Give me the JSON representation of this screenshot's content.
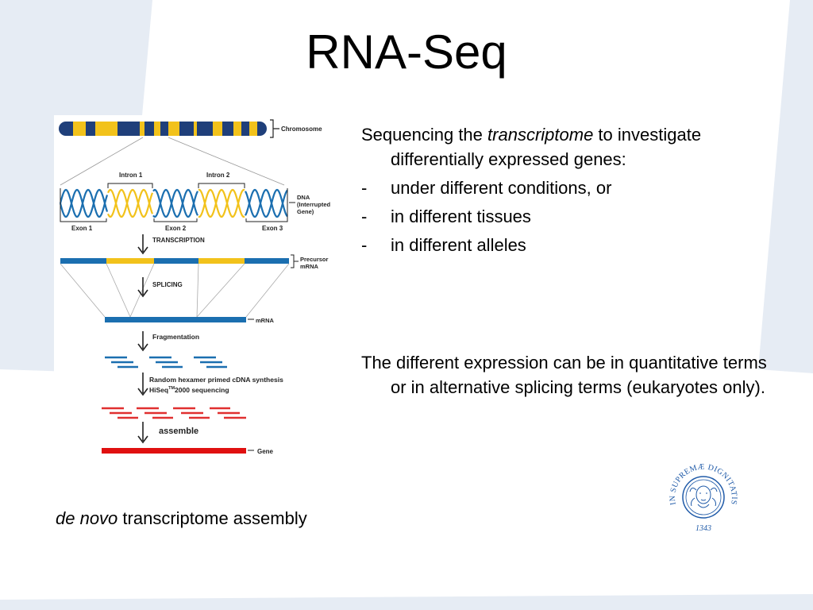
{
  "slide": {
    "title": "RNA-Seq"
  },
  "figure": {
    "labels": {
      "chromosome": "Chromosome",
      "intron1": "Intron 1",
      "intron2": "Intron 2",
      "dna_line1": "DNA",
      "dna_line2": "(Interrupted",
      "dna_line3": "Gene)",
      "exon1": "Exon 1",
      "exon2": "Exon 2",
      "exon3": "Exon 3",
      "transcription": "TRANSCRIPTION",
      "precursor_line1": "Precursor",
      "precursor_line2": "mRNA",
      "splicing": "SPLICING",
      "mrna": "mRNA",
      "fragmentation": "Fragmentation",
      "cdna_line1": "Random hexamer primed cDNA synthesis",
      "hiseq_prefix": "HiSeq",
      "hiseq_tm": "TM",
      "hiseq_suffix": "2000 sequencing",
      "assemble": "assemble",
      "gene": "Gene"
    },
    "colors": {
      "chromosome_blue": "#1f3f7a",
      "exon_blue": "#1b6fb0",
      "intron_yellow": "#f2c21b",
      "fragment_blue": "#1b6fb0",
      "read_red": "#e03030",
      "gene_red": "#e01010"
    }
  },
  "caption": {
    "italic": "de novo",
    "rest": " transcriptome assembly"
  },
  "content": {
    "intro_before": "Sequencing the ",
    "intro_italic": "transcriptome",
    "intro_after": " to investigate differentially expressed genes:",
    "bullets": [
      {
        "marker": "-",
        "text": "under different conditions, or"
      },
      {
        "marker": "-",
        "text": "in different tissues"
      },
      {
        "marker": "-",
        "text": "in different alleles"
      }
    ],
    "paragraph2": "The different expression can be in quantitative terms or in alternative splicing terms (eukaryotes only)."
  },
  "seal": {
    "ring_text": "IN SUPREMÆ DIGNITATIS",
    "year": "1343",
    "color": "#1f5aa8"
  },
  "theme": {
    "background_shape": "#e6ecf4"
  }
}
